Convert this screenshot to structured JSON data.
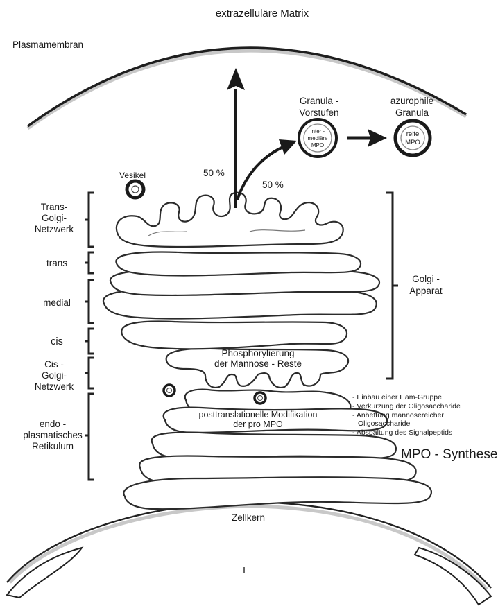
{
  "labels": {
    "matrix": "extrazelluläre Matrix",
    "plasma_membrane": "Plasmamembran",
    "vesicle": "Vesikel",
    "granula_precursor_line1": "Granula -",
    "granula_precursor_line2": "Vorstufen",
    "azurophil_line1": "azurophile",
    "azurophil_line2": "Granula",
    "intermediate_line1": "inter -",
    "intermediate_line2": "mediäre",
    "intermediate_line3": "MPO",
    "mature_line1": "reife",
    "mature_line2": "MPO",
    "pct_left": "50 %",
    "pct_right": "50 %",
    "tgn_line1": "Trans-",
    "tgn_line2": "Golgi-",
    "tgn_line3": "Netzwerk",
    "trans": "trans",
    "medial": "medial",
    "cis": "cis",
    "cgn_line1": "Cis -",
    "cgn_line2": "Golgi-",
    "cgn_line3": "Netzwerk",
    "er_line1": "endo -",
    "er_line2": "plasmatisches",
    "er_line3": "Retikulum",
    "golgi_line1": "Golgi -",
    "golgi_line2": "Apparat",
    "phospho_line1": "Phosphorylierung",
    "phospho_line2": "der Mannose - Reste",
    "posttrans_line1": "posttranslationelle Modifikation",
    "posttrans_line2": "der pro MPO",
    "mods": [
      "- Einbau einer Häm-Gruppe",
      "- Verkürzung der Oligosaccharide",
      "- Anheftung mannosereicher",
      "Oligosaccharide",
      "- Abspaltung des Signalpeptids"
    ],
    "synthesis": "MPO - Synthese",
    "nucleus": "Zellkern"
  }
}
